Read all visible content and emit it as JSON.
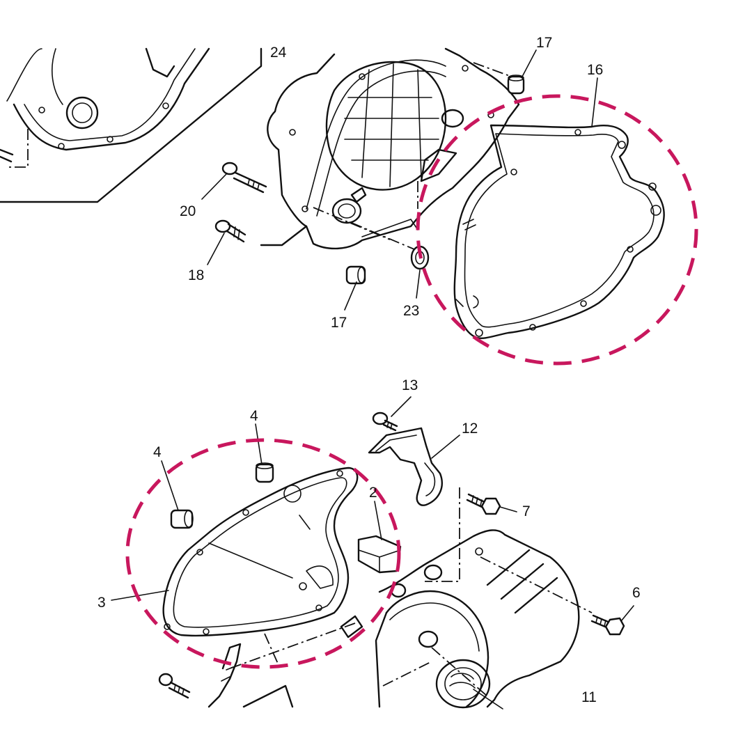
{
  "callouts": {
    "c24": "24",
    "c17_top": "17",
    "c16": "16",
    "c20": "20",
    "c18": "18",
    "c17": "17",
    "c23": "23",
    "c13": "13",
    "c12": "12",
    "c4_right": "4",
    "c4_left": "4",
    "c2": "2",
    "c7": "7",
    "c6": "6",
    "c3": "3",
    "c11": "11"
  },
  "colors": {
    "highlight": "#c8175d",
    "line": "#111111",
    "background": "#ffffff"
  }
}
